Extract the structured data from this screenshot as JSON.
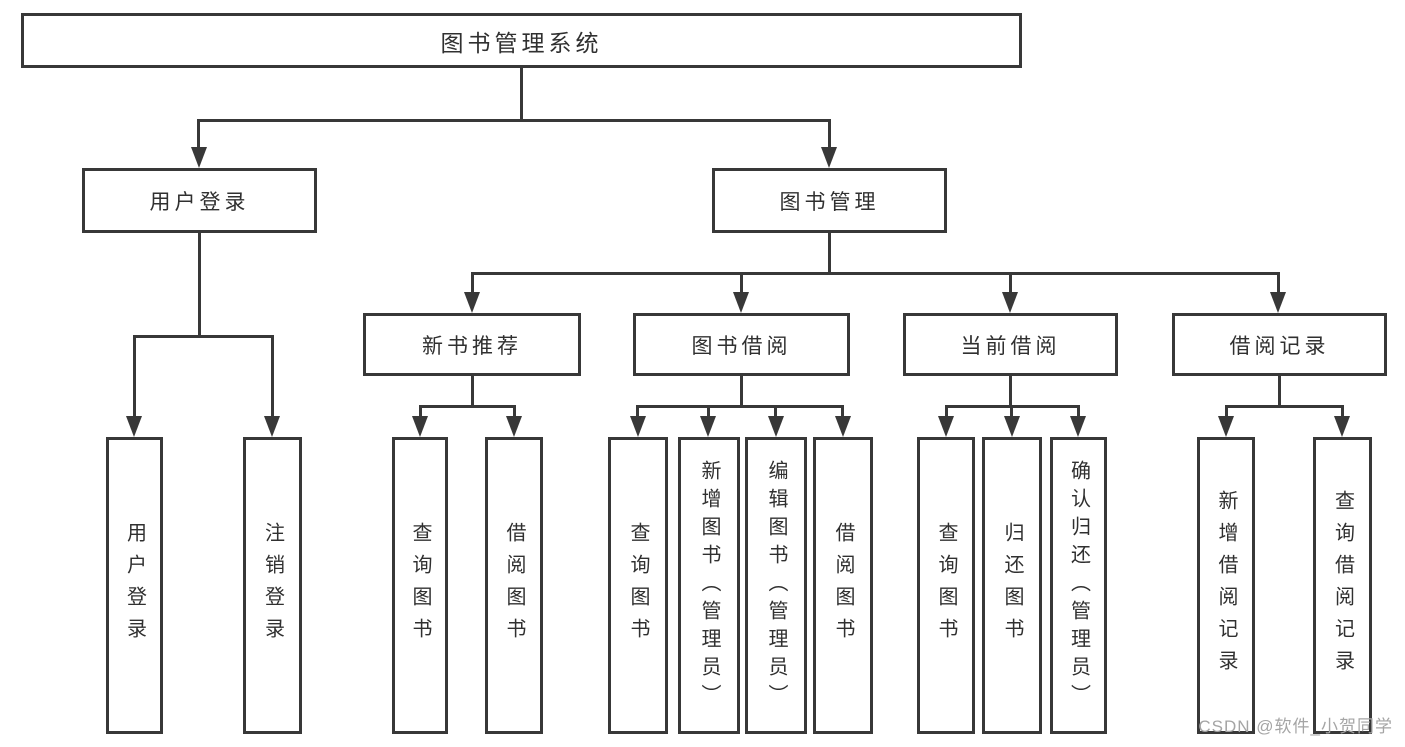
{
  "diagram": {
    "title_hint": "functional structure diagram",
    "root": {
      "label": "图书管理系统"
    },
    "branches": [
      {
        "label": "用户登录",
        "children": [
          {
            "label": "用户登录"
          },
          {
            "label": "注销登录"
          }
        ]
      },
      {
        "label": "图书管理",
        "children": [
          {
            "label": "新书推荐",
            "children": [
              {
                "label": "查询图书"
              },
              {
                "label": "借阅图书"
              }
            ]
          },
          {
            "label": "图书借阅",
            "children": [
              {
                "label": "查询图书"
              },
              {
                "label": "新增图书（管理员）"
              },
              {
                "label": "编辑图书（管理员）"
              },
              {
                "label": "借阅图书"
              }
            ]
          },
          {
            "label": "当前借阅",
            "children": [
              {
                "label": "查询图书"
              },
              {
                "label": "归还图书"
              },
              {
                "label": "确认归还（管理员）"
              }
            ]
          },
          {
            "label": "借阅记录",
            "children": [
              {
                "label": "新增借阅记录"
              },
              {
                "label": "查询借阅记录"
              }
            ]
          }
        ]
      }
    ]
  },
  "watermark": {
    "text": "CSDN @软件_小贺同学"
  },
  "colors": {
    "line": "#383838",
    "text": "#303030",
    "watermark": "#a5a5a5",
    "background": "#ffffff"
  }
}
